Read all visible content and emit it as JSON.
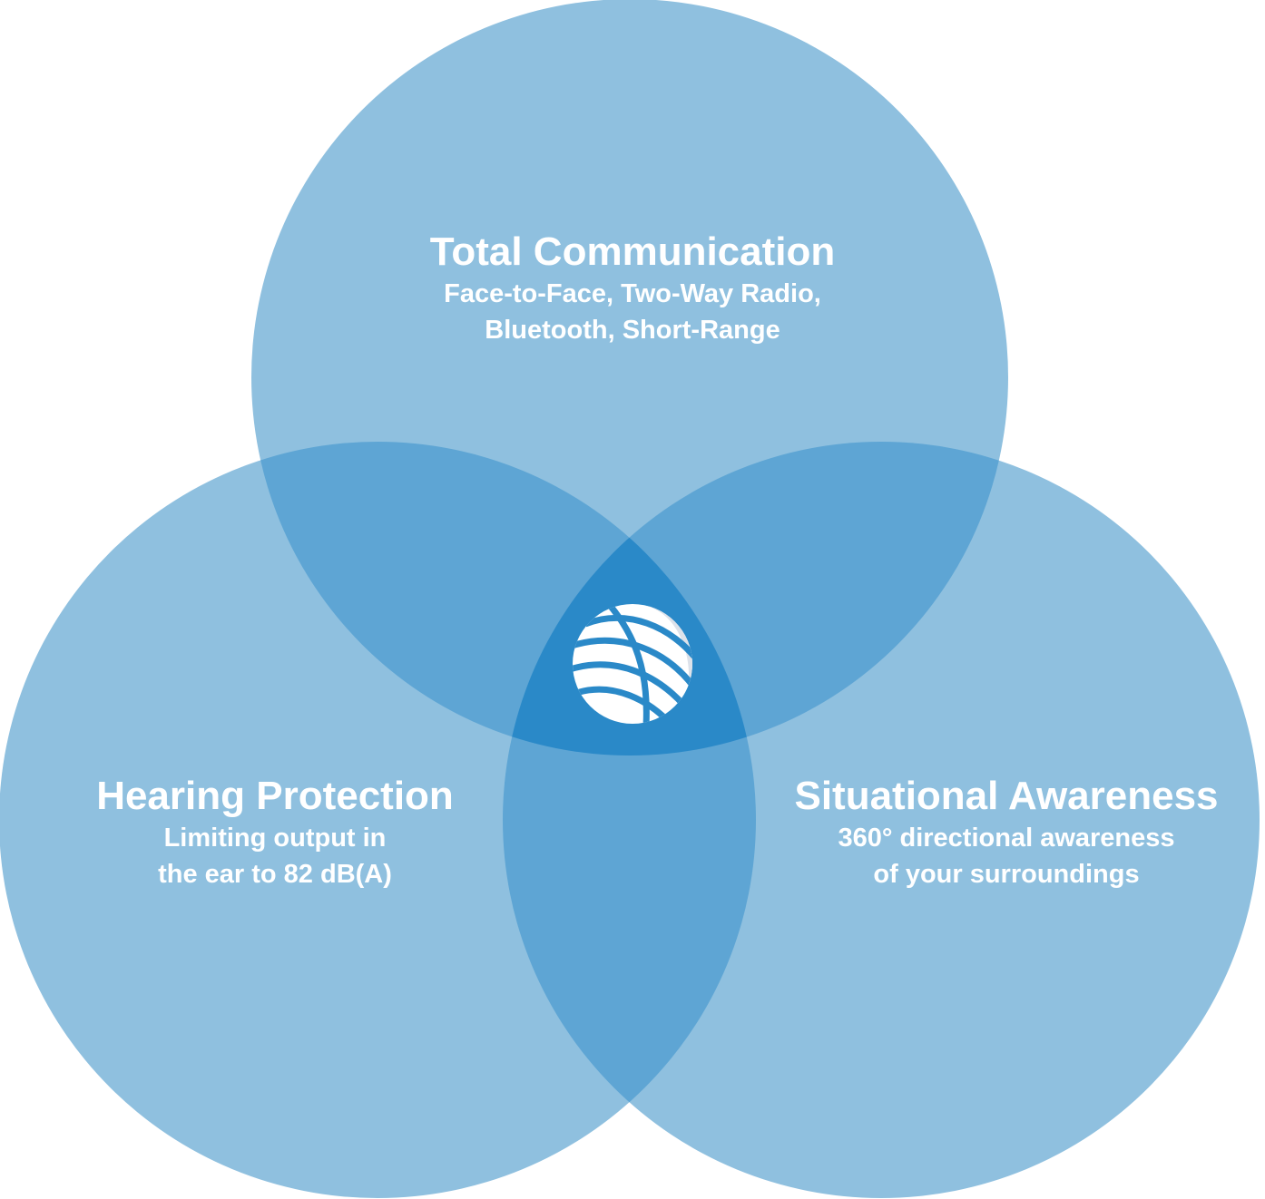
{
  "colors": {
    "circle": "#8fc0df",
    "pair_overlap": "#5ea5d4",
    "center_overlap": "#2a89c8",
    "logo": "#ffffff",
    "logo_shade": "#dde2ea"
  },
  "circles": [
    {
      "id": "total-communication",
      "title": "Total Communication",
      "lines": [
        "Face-to-Face, Two-Way Radio,",
        "Bluetooth, Short-Range"
      ]
    },
    {
      "id": "hearing-protection",
      "title": "Hearing Protection",
      "lines": [
        "Limiting output in",
        "the ear to 82 dB(A)"
      ]
    },
    {
      "id": "situational-awareness",
      "title": "Situational Awareness",
      "lines": [
        "360° directional awareness",
        "of your surroundings"
      ]
    }
  ],
  "center": {
    "icon": "brand-logo-icon"
  }
}
